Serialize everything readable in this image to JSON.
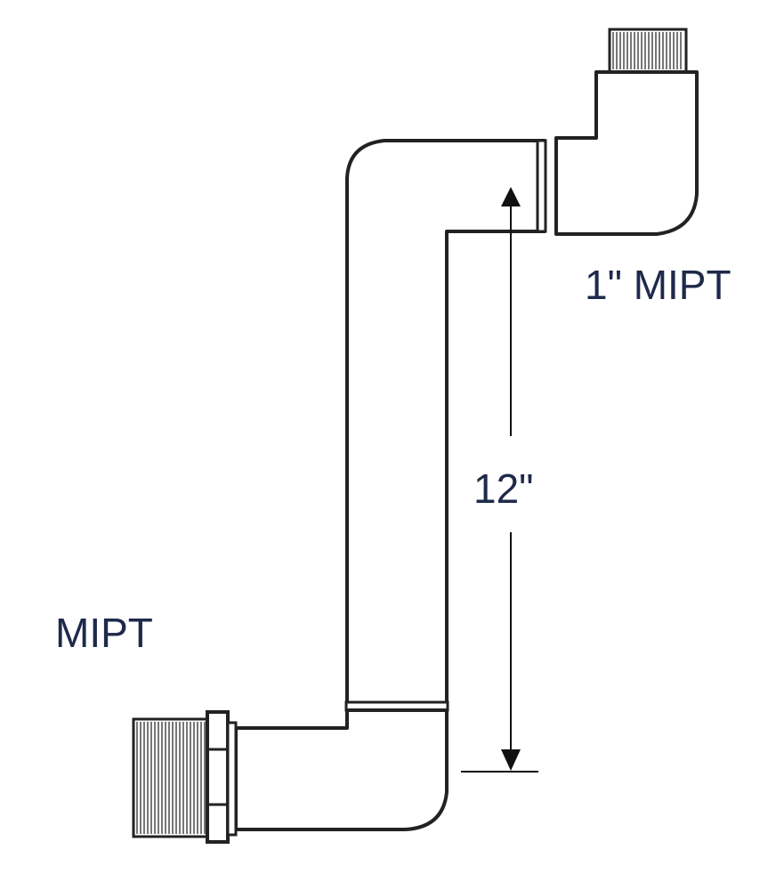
{
  "labels": {
    "top_fitting": "1\" MIPT",
    "dimension": "12\"",
    "bottom_fitting": "MIPT"
  },
  "colors": {
    "outline": "#222222",
    "label_text": "#1e2a4a",
    "background": "#ffffff"
  }
}
